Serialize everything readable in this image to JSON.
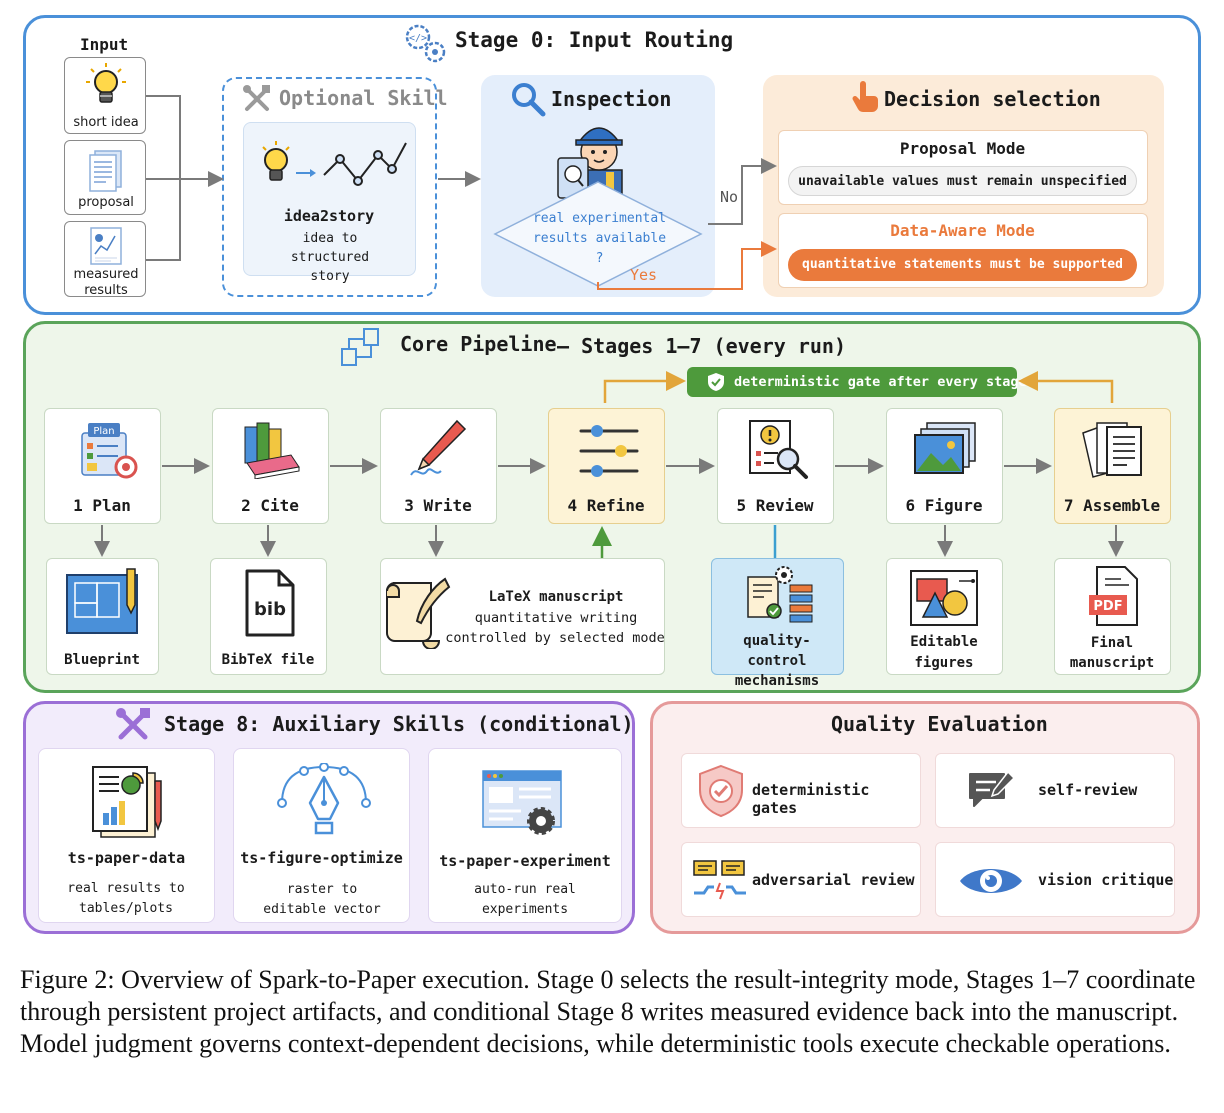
{
  "stage0": {
    "title": "Stage 0:  Input Routing",
    "input_heading": "Input",
    "inputs": [
      "short idea",
      "proposal",
      "measured results"
    ],
    "optional_skill": {
      "title": "Optional Skill",
      "name": "idea2story",
      "desc": "idea to structured story"
    },
    "inspection": {
      "title": "Inspection",
      "question": "real experimental results available ?",
      "no_label": "No",
      "yes_label": "Yes"
    },
    "decision": {
      "title": "Decision selection",
      "proposal_mode": "Proposal Mode",
      "proposal_rule": "unavailable values must remain unspecified",
      "data_mode": "Data-Aware Mode",
      "data_rule": "quantitative statements must be supported"
    }
  },
  "core": {
    "title": "Core Pipeline",
    "title_right": "— Stages 1–7 (every run)",
    "gate": "deterministic gate after every stage",
    "stages": [
      "1 Plan",
      "2 Cite",
      "3 Write",
      "4 Refine",
      "5 Review",
      "6 Figure",
      "7 Assemble"
    ],
    "plan_icon_text": "Plan",
    "artifacts": {
      "blueprint": "Blueprint",
      "bibtex": "BibTeX file",
      "bib_icon_text": "bib",
      "latex_title": "LaTeX manuscript",
      "latex_line1": "quantitative writing",
      "latex_line2": "controlled by selected mode",
      "qc": "quality-control mechanisms",
      "figures": "Editable figures",
      "final": "Final manuscript",
      "pdf_icon_text": "PDF"
    }
  },
  "stage8": {
    "title": "Stage 8: Auxiliary Skills (conditional)",
    "skills": [
      {
        "name": "ts-paper-data",
        "desc": "real results to tables/plots"
      },
      {
        "name": "ts-figure-optimize",
        "desc": "raster to editable vector"
      },
      {
        "name": "ts-paper-experiment",
        "desc": "auto-run real experiments"
      }
    ]
  },
  "quality": {
    "title": "Quality Evaluation",
    "items": [
      "deterministic gates",
      "self-review",
      "adversarial review",
      "vision critique"
    ]
  },
  "caption": "Figure 2: Overview of Spark-to-Paper execution. Stage 0 selects the result-integrity mode, Stages 1–7 coordinate through persistent project artifacts, and conditional Stage 8 writes measured evidence back into the manuscript. Model judgment governs context-dependent decisions, while deterministic tools execute checkable operations.",
  "colors": {
    "stage0_border": "#4a90d9",
    "core_border": "#5aa45a",
    "core_fill": "#eef6ea",
    "stage8_border": "#9b6fd6",
    "quality_border": "#e59a9a",
    "orange": "#ea7a3c",
    "gate_green": "#4e9a3c"
  }
}
